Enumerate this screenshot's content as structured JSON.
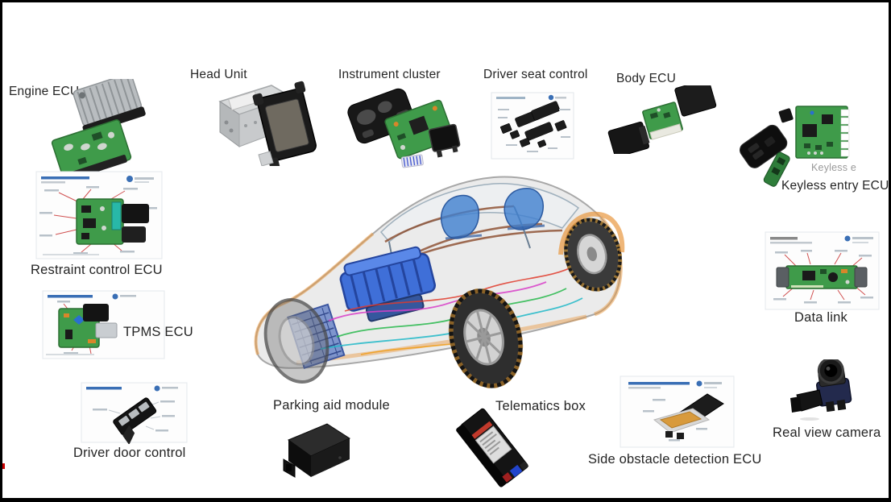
{
  "diagram": {
    "description": "Automotive electronic control units arranged around a transparent cutaway sports car",
    "labels": {
      "engine_ecu": "Engine ECU",
      "head_unit": "Head Unit",
      "instrument_cluster": "Instrument cluster",
      "driver_seat_control": "Driver seat control",
      "body_ecu": "Body ECU",
      "keyless_watermark": "Keyless e",
      "keyless_entry_ecu": "Keyless entry ECU",
      "restraint_control_ecu": "Restraint control ECU",
      "tpms_ecu": "TPMS ECU",
      "data_link": "Data link",
      "driver_door_control": "Driver door control",
      "parking_aid_module": "Parking aid module",
      "telematics_box": "Telematics box",
      "side_obstacle_detection_ecu": "Side obstacle detection ECU",
      "real_view_camera": "Real view camera"
    },
    "colors": {
      "pcb_green": "#3f9b4a",
      "pcb_green_dark": "#2c6e33",
      "label_text": "#252525",
      "watermark_gray": "#9a9a9a",
      "doc_blue": "#3a6fb5",
      "annotation_red": "#cc3333",
      "accent_orange": "#e8973f",
      "engine_blue": "#3f6fd8",
      "border_black": "#000000"
    }
  }
}
